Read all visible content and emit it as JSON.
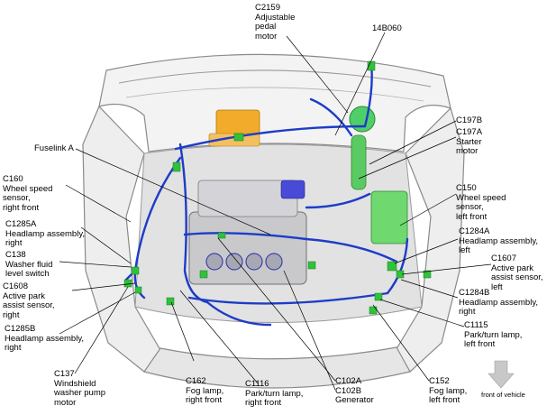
{
  "labels": {
    "c2159": "C2159\nAdjustable\npedal\nmotor",
    "c14b060": "14B060",
    "c197b": "C197B",
    "c197a": "C197A\nStarter\nmotor",
    "fuselink": "Fuselink A",
    "c160": "C160\nWheel speed\nsensor,\nright front",
    "c150": "C150\nWheel speed\nsensor,\nleft front",
    "c1285a": "C1285A\nHeadlamp assembly,\nright",
    "c1284a": "C1284A\nHeadlamp assembly,\nleft",
    "c138": "C138\nWasher fluid\nlevel switch",
    "c1607": "C1607\nActive park\nassist sensor,\nleft",
    "c1608": "C1608\nActive park\nassist sensor,\nright",
    "c1284b": "C1284B\nHeadlamp assembly,\nright",
    "c1285b": "C1285B\nHeadlamp assembly,\nright",
    "c1115": "C1115\nPark/turn lamp,\nleft front",
    "c137": "C137\nWindshield\nwasher pump\nmotor",
    "c162": "C162\nFog lamp,\nright front",
    "c1116": "C1116\nPark/turn lamp,\nright front",
    "c102ab": "C102A\nC102B\nGenerator",
    "c152": "C152\nFog lamp,\nleft front",
    "front": "front of vehicle"
  },
  "colors": {
    "harness": "#1e3cc8",
    "connector": "#2fc23a",
    "body_line": "#8a8a8a",
    "fuse_block": "#f2ab2a",
    "arrow": "#c8c8c8"
  }
}
